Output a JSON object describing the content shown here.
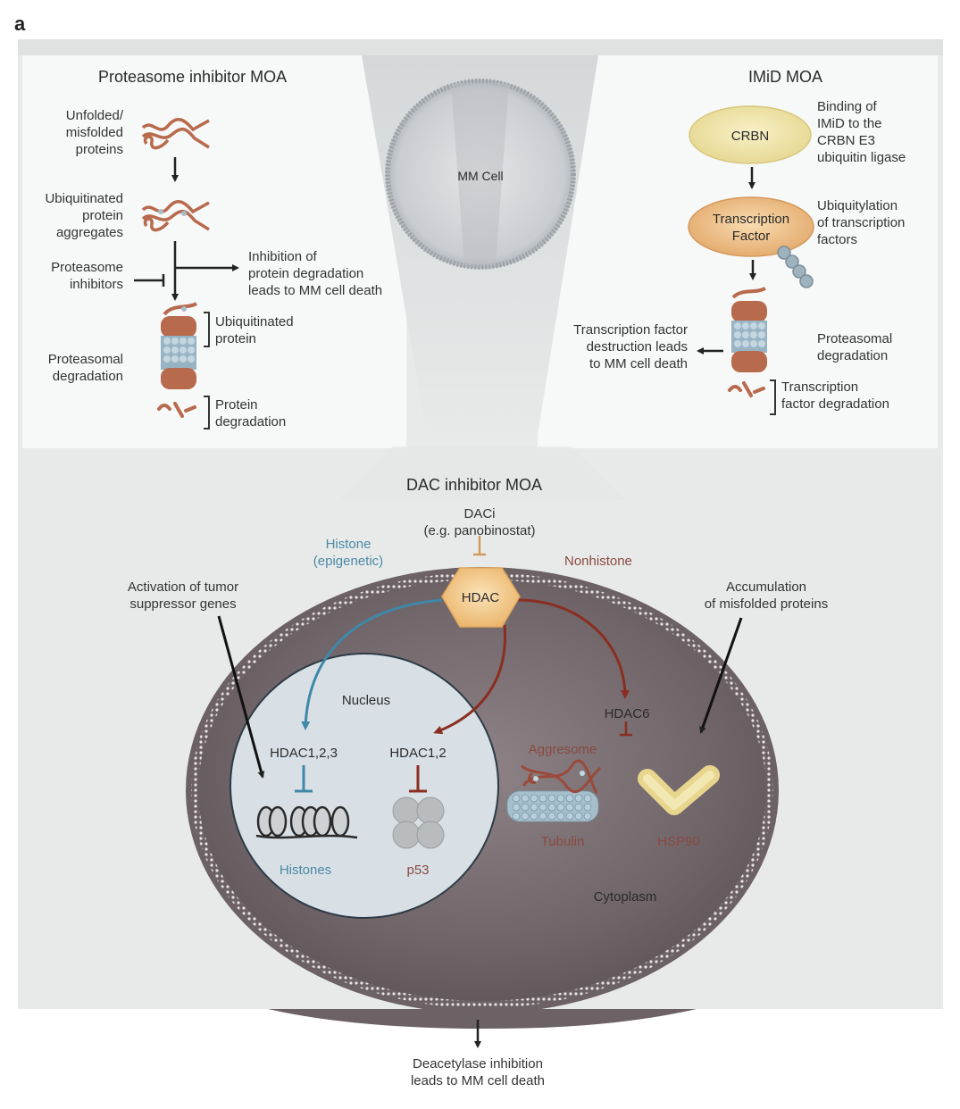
{
  "figure": {
    "panel_letter": "a"
  },
  "proteasome_panel": {
    "title": "Proteasome inhibitor MOA",
    "labels": {
      "unfolded": [
        "Unfolded/",
        "misfolded",
        "proteins"
      ],
      "ubiquitinated_aggregates": [
        "Ubiquitinated",
        "protein",
        "aggregates"
      ],
      "inhibitors": [
        "Proteasome",
        "inhibitors"
      ],
      "outcome": [
        "Inhibition of",
        "protein degradation",
        "leads to MM cell death"
      ],
      "ubiquitinated_protein": [
        "Ubiquitinated",
        "protein"
      ],
      "proteasomal_degradation": [
        "Proteasomal",
        "degradation"
      ],
      "protein_degradation": [
        "Protein",
        "degradation"
      ]
    }
  },
  "center": {
    "cell_label": "MM Cell"
  },
  "imid_panel": {
    "title": "IMiD MOA",
    "crbn_label": "CRBN",
    "tf_label": [
      "Transcription",
      "Factor"
    ],
    "labels": {
      "binding": [
        "Binding of",
        "IMiD to the",
        "CRBN E3",
        "ubiquitin ligase"
      ],
      "ubiquitylation": [
        "Ubiquitylation",
        "of transcription",
        "factors"
      ],
      "outcome": [
        "Transcription factor",
        "destruction leads",
        "to MM cell death"
      ],
      "proteasomal_degradation": [
        "Proteasomal",
        "degradation"
      ],
      "tf_degradation": [
        "Transcription",
        "factor degradation"
      ]
    }
  },
  "dac_panel": {
    "title": "DAC inhibitor MOA",
    "daci": [
      "DACi",
      "(e.g. panobinostat)"
    ],
    "histone_path": [
      "Histone",
      "(epigenetic)"
    ],
    "nonhistone_path": "Nonhistone",
    "hdac": "HDAC",
    "activation": [
      "Activation of tumor",
      "suppressor genes"
    ],
    "accumulation": [
      "Accumulation",
      "of misfolded proteins"
    ],
    "nucleus": "Nucleus",
    "hdac123": "HDAC1,2,3",
    "hdac12": "HDAC1,2",
    "hdac6": "HDAC6",
    "histones": "Histones",
    "p53": "p53",
    "aggresome": "Aggresome",
    "tubulin": "Tubulin",
    "hsp90": "HSP90",
    "cytoplasm": "Cytoplasm",
    "outcome": [
      "Deacetylase inhibition",
      "leads to MM cell death"
    ]
  },
  "colors": {
    "histone_blue": "#3f88a8",
    "nonhistone_red": "#8b2e22",
    "hdac_gold": "#f2c27d",
    "protein_brown": "#b86a4d",
    "cell_body": "#7d7275",
    "nucleus_fill": "#d8e0e6"
  }
}
